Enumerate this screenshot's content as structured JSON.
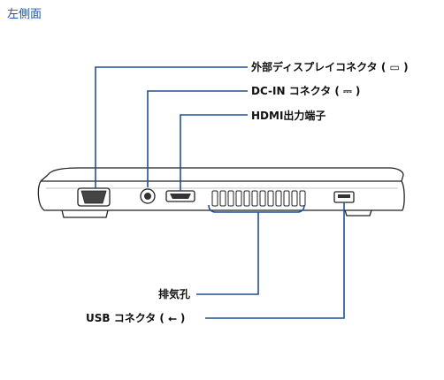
{
  "heading": "左側面",
  "callouts": {
    "external_display": {
      "text": "外部ディスプレイコネクタ (",
      "symbol": "▭",
      "close": ")"
    },
    "dc_in": {
      "text": "DC-IN コネクタ (",
      "symbol": "⎓",
      "close": ")"
    },
    "hdmi": {
      "text": "HDMI出力端子"
    },
    "exhaust": {
      "text": "排気孔"
    },
    "usb": {
      "text": "USB コネクタ (",
      "symbol": "⭠",
      "close": ")"
    }
  },
  "colors": {
    "heading": "#1a57b0",
    "leader_line": "#1f4f9c",
    "outline": "#222222"
  }
}
